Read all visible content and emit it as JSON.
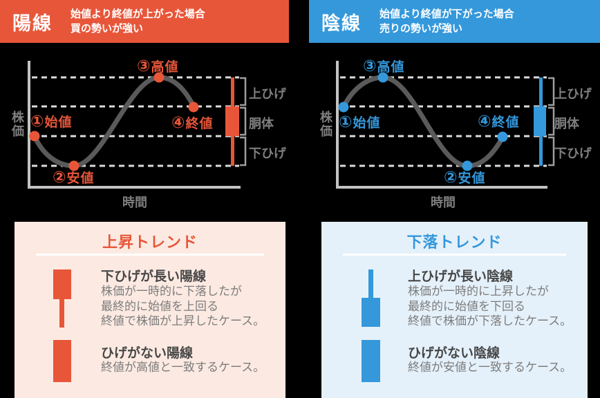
{
  "colors": {
    "bullish_accent": "#E8563A",
    "bearish_accent": "#3498DB",
    "bullish_box_bg": "#FCEAE2",
    "bearish_box_bg": "#E5F1FA",
    "curve": "#5A5A5A",
    "axis": "#C3C3C3",
    "gridline": "#DCDCDC",
    "chart_label_gray": "#7E7E7E",
    "heading_text": "#474747",
    "body_text": "#7C7C7C",
    "background": "#000000"
  },
  "panels": [
    {
      "header": {
        "title": "陽線",
        "desc_line1": "始値より終値が上がった場合",
        "desc_line2": "買の勢いが強い"
      },
      "chart": {
        "y_axis_label": "株価",
        "x_axis_label": "時間",
        "point_open": "①始値",
        "point_low": "②安値",
        "point_high": "③高値",
        "point_close": "④終値",
        "section_upper": "上ひげ",
        "section_body": "胴体",
        "section_lower": "下ひげ"
      },
      "trend": {
        "title": "上昇トレンド",
        "items": [
          {
            "heading": "下ひげが長い陽線",
            "line1": "株価が一時的に下落したが",
            "line2": "最終的に始値を上回る",
            "line3": "終値で株価が上昇したケース。"
          },
          {
            "heading": "ひげがない陽線",
            "line1": "終値が高値と一致するケース。"
          }
        ]
      }
    },
    {
      "header": {
        "title": "陰線",
        "desc_line1": "始値より終値が下がった場合",
        "desc_line2": "売りの勢いが強い"
      },
      "chart": {
        "y_axis_label": "株価",
        "x_axis_label": "時間",
        "point_open": "①始値",
        "point_low": "②安値",
        "point_high": "③高値",
        "point_close": "④終値",
        "section_upper": "上ひげ",
        "section_body": "胴体",
        "section_lower": "下ひげ"
      },
      "trend": {
        "title": "下落トレンド",
        "items": [
          {
            "heading": "上ひげが長い陰線",
            "line1": "株価が一時的に上昇したが",
            "line2": "最終的に始値を下回る",
            "line3": "終値で株価が下落したケース。"
          },
          {
            "heading": "ひげがない陰線",
            "line1": "終値が安値と一致するケース。"
          }
        ]
      }
    }
  ]
}
